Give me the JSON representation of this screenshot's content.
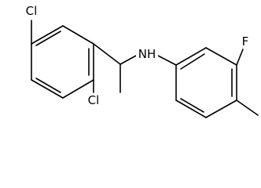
{
  "atoms": {
    "cl_top": "Cl",
    "cl_ortho": "Cl",
    "nh": "NH",
    "fluorine": "F"
  }
}
